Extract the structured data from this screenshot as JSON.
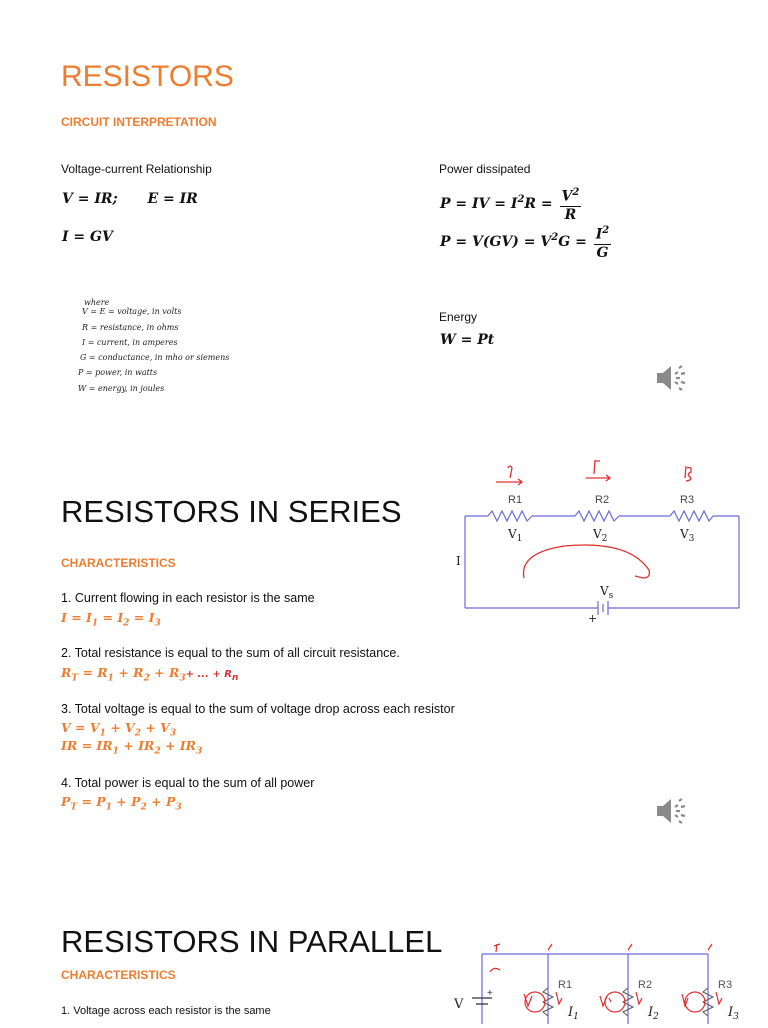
{
  "section1": {
    "title": "RESISTORS",
    "subtitle": "CIRCUIT INTERPRETATION",
    "vc_label": "Voltage-current Relationship",
    "power_label": "Power dissipated",
    "energy_label": "Energy",
    "eq_v": "V = IR;",
    "eq_e": "E = IR",
    "eq_i": "I = GV",
    "eq_w": "W = Pt",
    "where": [
      "where",
      "V = E = voltage, in volts",
      "R = resistance, in ohms",
      "I = current, in amperes",
      "G = conductance, in mho or siemens",
      "P = power, in watts",
      "W = energy, in joules"
    ]
  },
  "section2": {
    "title": "RESISTORS IN SERIES",
    "subtitle": "CHARACTERISTICS",
    "items": [
      "1.   Current flowing in each resistor is the same",
      "2. Total resistance is equal to the sum of all circuit resistance.",
      "3. Total voltage is equal to the sum of voltage drop across each resistor",
      "4. Total power is equal to the sum of all power"
    ],
    "annotation_rn": "+ ... + R",
    "circuit": {
      "r_labels": [
        "R1",
        "R2",
        "R3"
      ],
      "v_labels": [
        "V",
        "V",
        "V"
      ],
      "v_subs": [
        "1",
        "2",
        "3"
      ],
      "i_label": "I",
      "vs_label": "V",
      "vs_sub": "s",
      "plus": "+"
    }
  },
  "section3": {
    "title": "RESISTORS IN PARALLEL",
    "subtitle": "CHARACTERISTICS",
    "item1": "1.   Voltage across each resistor is the same",
    "circuit": {
      "v_label": "V",
      "r_labels": [
        "R1",
        "R2",
        "R3"
      ],
      "i_labels": [
        "I",
        "I",
        "I"
      ],
      "i_subs": [
        "1",
        "2",
        "3"
      ]
    }
  },
  "colors": {
    "accent": "#ed7d31",
    "ink": "#e03030",
    "wire": "#6b6bd6"
  },
  "icons": [
    "speaker-icon",
    "speaker-icon"
  ]
}
